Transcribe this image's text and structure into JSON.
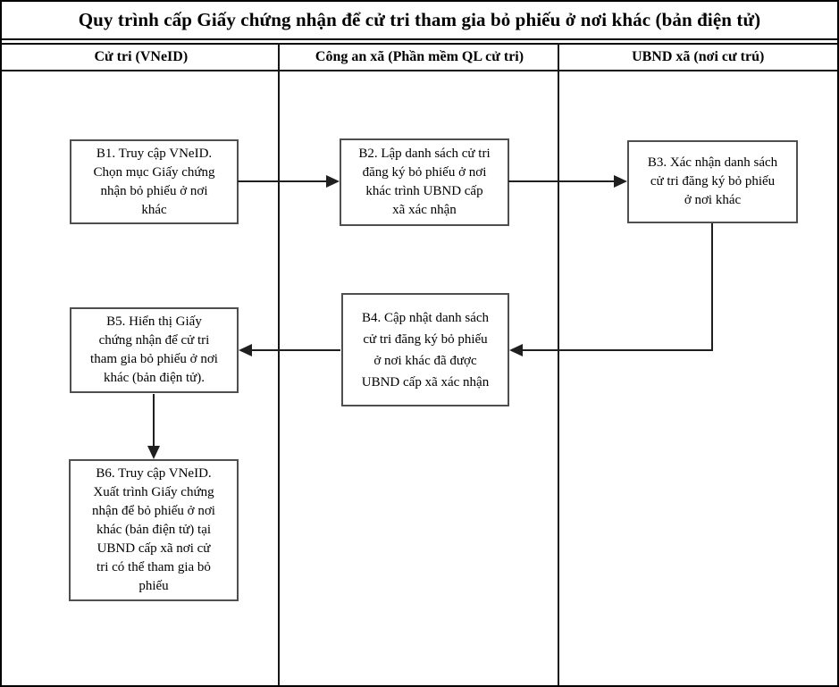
{
  "title": "Quy trình cấp Giấy chứng nhận để cử tri tham gia bỏ phiếu ở nơi khác (bản điện tử)",
  "lanes": [
    {
      "header": "Cử tri (VNeID)"
    },
    {
      "header": "Công an xã (Phần mềm QL cử tri)"
    },
    {
      "header": "UBND xã (nơi cư trú)"
    }
  ],
  "boxes": {
    "b1": {
      "id": "B1",
      "lane": "Cử tri (VNeID)",
      "text": "B1. Truy cập VNeID.\nChọn mục Giấy chứng\nnhận bỏ phiếu ở nơi\nkhác"
    },
    "b2": {
      "id": "B2",
      "lane": "Công an xã (Phần mềm QL cử tri)",
      "text": "B2. Lập danh sách cử tri\nđăng ký bỏ phiếu ở nơi\nkhác trình UBND cấp\nxã xác nhận"
    },
    "b3": {
      "id": "B3",
      "lane": "UBND xã (nơi cư trú)",
      "text": "B3. Xác nhận danh sách\ncử tri đăng ký bỏ phiếu\nở nơi khác"
    },
    "b4": {
      "id": "B4",
      "lane": "Công an xã (Phần mềm QL cử tri)",
      "text": "B4. Cập nhật danh sách\ncử tri đăng ký bỏ phiếu\nở nơi khác đã được\nUBND cấp xã xác nhận"
    },
    "b5": {
      "id": "B5",
      "lane": "Cử tri (VNeID)",
      "text": "B5. Hiển thị Giấy\nchứng nhận để cử tri\ntham gia bỏ phiếu ở nơi\nkhác (bản điện tử)."
    },
    "b6": {
      "id": "B6",
      "lane": "Cử tri (VNeID)",
      "text": "B6. Truy cập VNeID.\nXuất trình Giấy chứng\nnhận để bỏ phiếu ở nơi\nkhác (bản điện tử) tại\nUBND cấp xã nơi cử\ntri có thể tham gia bỏ\nphiếu"
    }
  },
  "arrows": [
    {
      "from": "B1",
      "to": "B2"
    },
    {
      "from": "B2",
      "to": "B3"
    },
    {
      "from": "B3",
      "to": "B4"
    },
    {
      "from": "B4",
      "to": "B5"
    },
    {
      "from": "B5",
      "to": "B6"
    }
  ],
  "colors": {
    "outer_border": "#000000",
    "box_border": "#4f4f4f",
    "arrow_line": "#1f1f1f",
    "background": "#ffffff",
    "text": "#000000"
  }
}
